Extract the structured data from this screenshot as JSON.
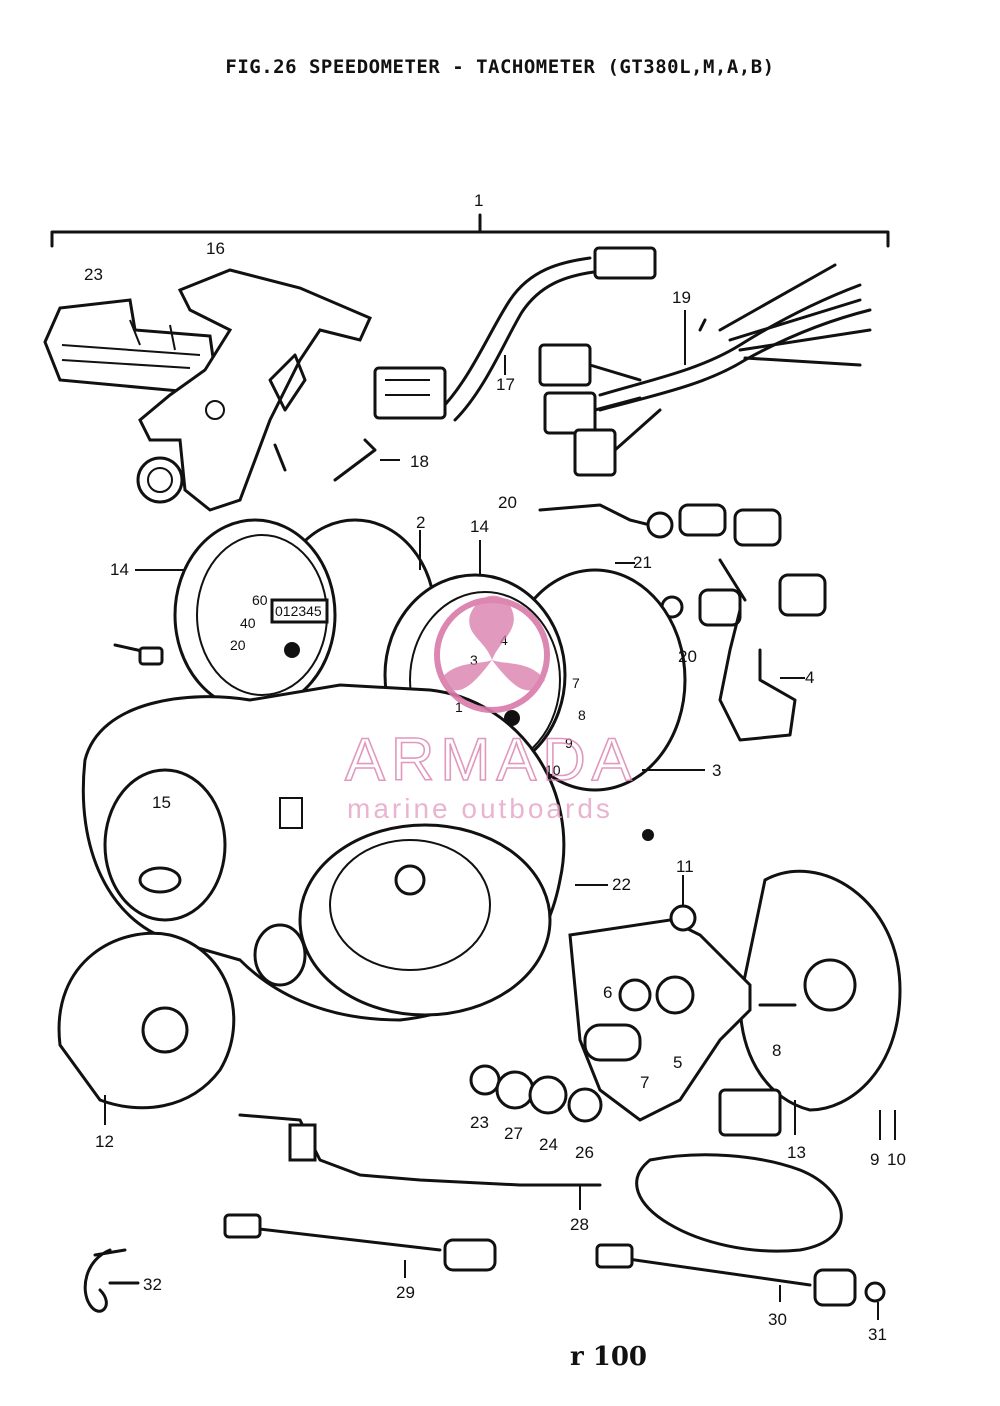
{
  "title": "FIG.26  SPEEDOMETER - TACHOMETER (GT380L,M,A,B)",
  "page_number": "r  100",
  "watermark": {
    "brand": "ARMADA",
    "tagline": "marine outboards",
    "color": "#d97aaa"
  },
  "callouts": [
    "1",
    "16",
    "23",
    "19",
    "17",
    "18",
    "2",
    "14",
    "14",
    "20",
    "21",
    "20",
    "4",
    "3",
    "15",
    "22",
    "11",
    "6",
    "7",
    "5",
    "8",
    "12",
    "23",
    "27",
    "24",
    "26",
    "13",
    "9",
    "10",
    "28",
    "32",
    "29",
    "30",
    "31"
  ],
  "gauge_numbers": {
    "speedometer": [
      "60",
      "40",
      "20"
    ],
    "tachometer": [
      "4",
      "3",
      "1",
      "7",
      "8",
      "9",
      "10"
    ]
  },
  "odometer_text": "012345"
}
